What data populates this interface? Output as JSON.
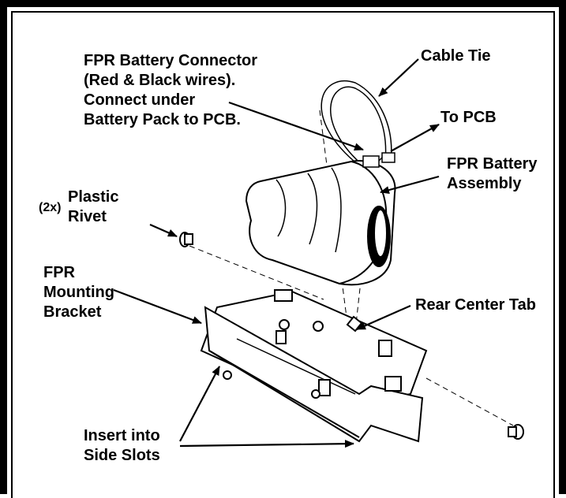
{
  "labels": {
    "fpr_connector": [
      "FPR Battery Connector",
      "(Red & Black wires).",
      "Connect under",
      "Battery Pack to PCB."
    ],
    "cable_tie": "Cable Tie",
    "to_pcb": "To PCB",
    "battery_assembly": [
      "FPR Battery",
      "Assembly"
    ],
    "qty": "(2x)",
    "plastic_rivet": [
      "Plastic",
      "Rivet"
    ],
    "mounting_bracket": [
      "FPR",
      "Mounting",
      "Bracket"
    ],
    "rear_center_tab": "Rear Center Tab",
    "insert_slots": [
      "Insert into",
      "Side Slots"
    ]
  }
}
